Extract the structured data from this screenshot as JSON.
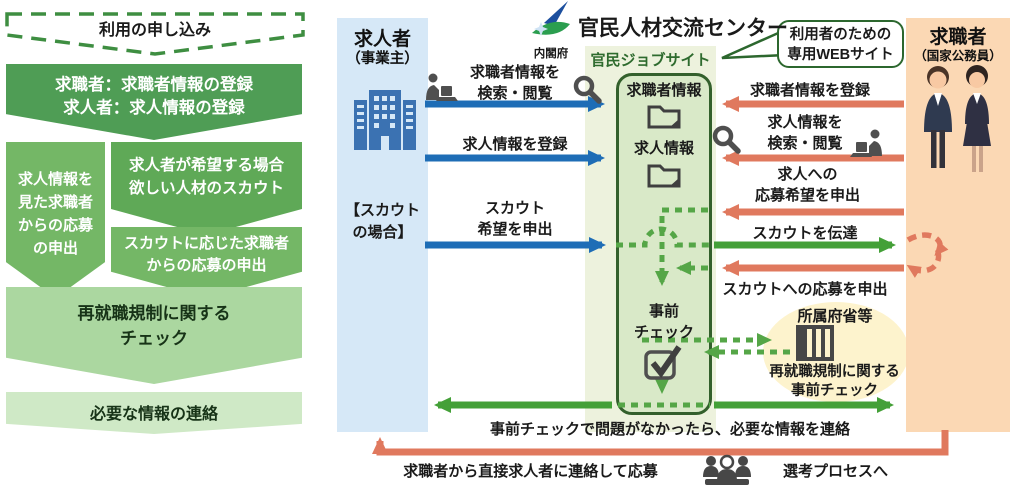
{
  "header": {
    "agency": "内閣府",
    "title": "官民人材交流センター",
    "bubble": "利用者のための\n専用WEBサイト"
  },
  "left_flow": {
    "banner": "利用の申し込み",
    "step_register": "求職者：求職者情報の登録\n求人者：求人情報の登録",
    "step_apply_seen": "求人情報を\n見た求職者\nからの応募\nの申出",
    "step_scout_wish": "求人者が希望する場合\n欲しい人材のスカウト",
    "step_apply_scout": "スカウトに応じた求職者\nからの応募の申出",
    "step_check": "再就職規制に関する\nチェック",
    "step_contact": "必要な情報の連絡"
  },
  "employer": {
    "title": "求人者",
    "subtitle": "（事業主）",
    "scout_case": "【スカウト\nの場合】"
  },
  "jobseeker": {
    "title": "求職者",
    "subtitle": "（国家公務員）"
  },
  "jobsite": {
    "label": "官民ジョブサイト",
    "seeker_info": "求職者情報",
    "job_info": "求人情報",
    "precheck": "事前\nチェック"
  },
  "ministry": {
    "label": "所属府省等",
    "note": "再就職規制に関する\n事前チェック"
  },
  "flows": {
    "search_seeker": "求職者情報を\n検索・閲覧",
    "register_job": "求人情報を登録",
    "scout_request": "スカウト\n希望を申出",
    "register_seeker": "求職者情報を登録",
    "search_job": "求人情報を\n検索・閲覧",
    "apply_wish": "求人への\n応募希望を申出",
    "scout_deliver": "スカウトを伝達",
    "scout_apply": "スカウトへの応募を申出",
    "final_contact": "事前チェックで問題がなかったら、必要な情報を連絡",
    "direct_apply": "求職者から直接求人者に連絡して応募",
    "selection": "選考プロセスへ"
  },
  "colors": {
    "blue_arrow": "#1e6db6",
    "orange_arrow": "#e0795e",
    "green_arrow": "#44a038",
    "dashed_green": "#55a647",
    "employer_bg": "#d6e8f7",
    "jobseeker_bg": "#fbd8b4",
    "jobsite_box_bg": "#d9e9c8",
    "jobsite_strip_bg": "#edf2dd",
    "ministry_highlight": "#fdf3cd",
    "flow_dark_green": "#4f9d55",
    "flow_mid_green": "#5fa957",
    "flow_light_green": "#abd7a0",
    "flow_pale_green": "#cfe9c6"
  }
}
